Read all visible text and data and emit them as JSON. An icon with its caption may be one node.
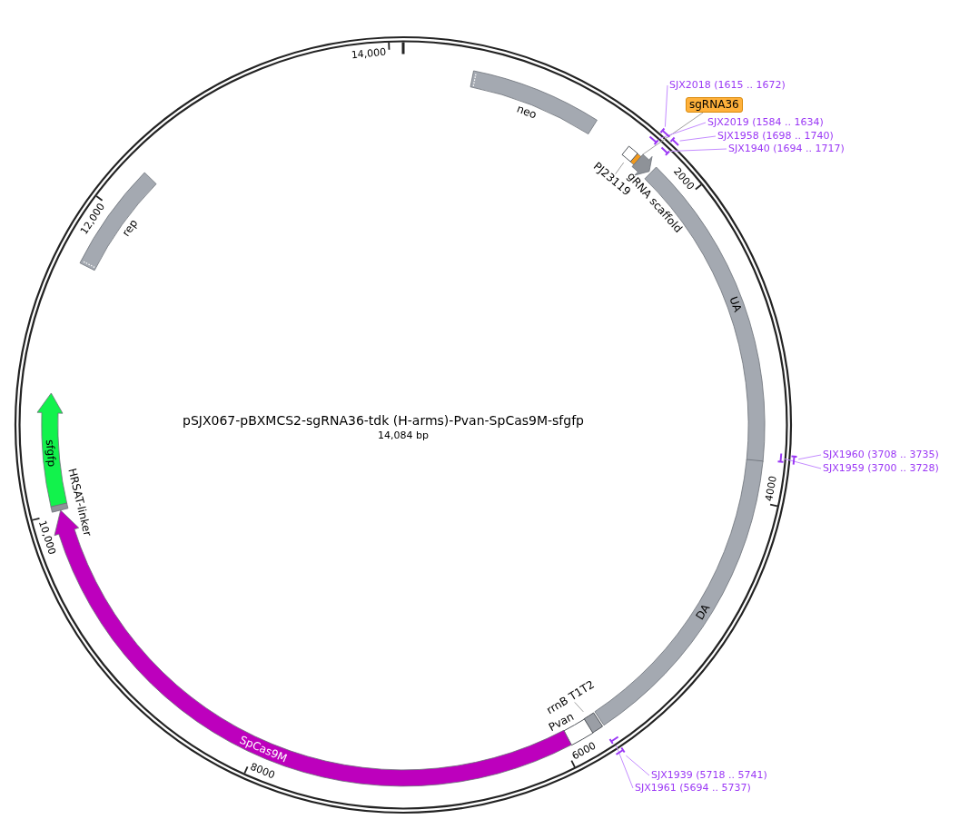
{
  "diagram": {
    "title": "pSJX067-pBXMCS2-sgRNA36-tdk (H-arms)-Pvan-SpCas9M-sfgfp",
    "nodes": [
      {
        "text": [
          "neo"
        ]
      },
      {
        "text": [
          "SJX2018 (1615 .. 1672)"
        ]
      },
      {
        "text": [
          "sgRNA36"
        ]
      },
      {
        "text": [
          "SJX2019 (1584 .. 1634)"
        ]
      },
      {
        "text": [
          "SJX1958 (1698 .. 1740)"
        ]
      },
      {
        "text": [
          "SJX1940 (1694 .. 1717)"
        ]
      },
      {
        "text": [],
        "shape": "bar"
      },
      {
        "text": [],
        "shape": "bar"
      },
      {
        "text": [],
        "shape": "bar"
      },
      {
        "text": [],
        "shape": "bar"
      },
      {
        "text": [],
        "shape": "bar"
      },
      {
        "text": [],
        "shape": "box"
      },
      {
        "text": [],
        "shape": "arrow",
        "beside": [
          "gRNA scaffold"
        ]
      },
      {
        "text": [
          "PJ23119"
        ]
      },
      {
        "text": [
          "rep"
        ]
      },
      {
        "text": [
          "UA"
        ]
      },
      {
        "text": [
          "sfgfp"
        ]
      },
      {
        "text": [
          "SJX1960 (3708 .. 3735)"
        ]
      },
      {
        "text": [
          "SJX1959 (3700 .. 3728)"
        ]
      },
      {
        "text": [],
        "shape": "bar"
      },
      {
        "text": [],
        "shape": "bar"
      },
      {
        "text": [],
        "shape": "bar",
        "beside": [
          "HRSAT-linker"
        ]
      },
      {
        "text": [
          "DA"
        ]
      },
      {
        "text": [
          "rrnB T1T2"
        ]
      },
      {
        "text": [],
        "shape": "box"
      },
      {
        "text": [],
        "shape": "box",
        "beside": [
          "Pvan"
        ]
      },
      {
        "text": [
          "SpCas9M"
        ]
      },
      {
        "text": [],
        "shape": "bar"
      },
      {
        "text": [],
        "shape": "bar"
      },
      {
        "text": [
          "SJX1939 (5718 .. 5741)"
        ]
      },
      {
        "text": [
          "SJX1961 (5694 .. 5737)"
        ]
      }
    ],
    "edges": [
      {
        "from": 1,
        "to": 6,
        "arrow": "none"
      },
      {
        "from": 2,
        "to": 10,
        "arrow": "none",
        "color": "#a0a0a0"
      },
      {
        "from": 3,
        "to": 7,
        "arrow": "none"
      },
      {
        "from": 4,
        "to": 8,
        "arrow": "none"
      },
      {
        "from": 5,
        "to": 9,
        "arrow": "none"
      },
      {
        "from": 13,
        "to": 11,
        "arrow": "none",
        "color": "#a0a0a0"
      },
      {
        "from": 17,
        "to": 19,
        "arrow": "none"
      },
      {
        "from": 18,
        "to": 20,
        "arrow": "none"
      },
      {
        "from": 23,
        "to": 24,
        "arrow": "none",
        "color": "#a0a0a0"
      },
      {
        "from": 29,
        "to": 27,
        "arrow": "none"
      },
      {
        "from": 30,
        "to": 28,
        "arrow": "none"
      }
    ],
    "labels": [
      "14,000",
      "2000",
      "12,000",
      "14,084 bp",
      "4000",
      "10,000",
      "6000",
      "8000"
    ]
  }
}
